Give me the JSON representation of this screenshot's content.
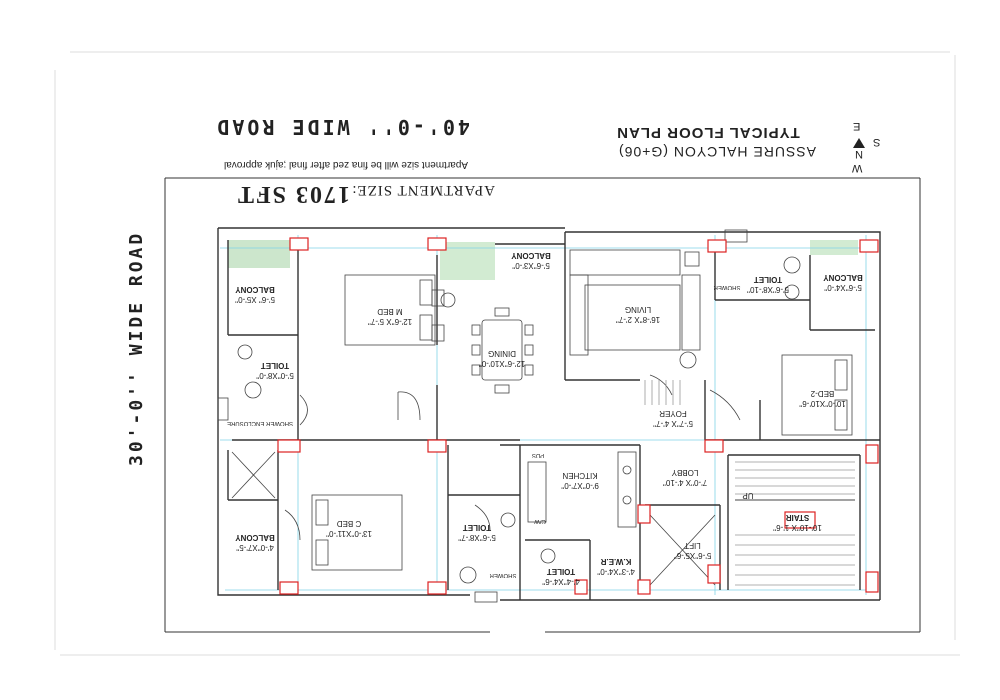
{
  "road_top": "40'-0'' WIDE ROAD",
  "road_side": "30'-0'' WIDE ROAD",
  "title": "TYPICAL FLOOR PLAN",
  "subtitle": "ASSURE HALCYON (G+06)",
  "approval_note": "Apartment size will be fina zed after final ;ajuk approval",
  "apartment_size_label": "APARTMENT SIZE:",
  "apartment_size_value": "1703 SFT",
  "compass": {
    "n": "N",
    "s": "S",
    "e": "E",
    "w": "W"
  },
  "rooms": {
    "balcony_tl": {
      "name": "BALCONY",
      "size": "5'-6'' X5'-0''"
    },
    "mbed": {
      "name": "M BED",
      "size": "12'-6''X 5'-7''"
    },
    "toilet_l": {
      "name": "TOILET",
      "size": "5'-0''X8'-0''"
    },
    "dining": {
      "name": "DINING",
      "size": "12'-6''X10'-0''"
    },
    "balcony_tc": {
      "name": "BALCONY",
      "size": "5'-6''X3'-0''"
    },
    "living": {
      "name": "LIVING",
      "size": "16'-8''X 2'-7''"
    },
    "toilet_tr": {
      "name": "TOILET",
      "size": "5'-6''X8'-10''"
    },
    "balcony_tr": {
      "name": "BALCONY",
      "size": "5'-6''X4'-0''"
    },
    "bed2": {
      "name": "BED-2",
      "size": "10'-0''X10'-6''"
    },
    "foyer": {
      "name": "FOYER",
      "size": "5'-7''X 4'-7''"
    },
    "kitchen": {
      "name": "KITCHEN",
      "size": "9'-0''X7'-0''"
    },
    "lobby": {
      "name": "LOBBY",
      "size": "7'-0''X 4'-10''"
    },
    "stair": {
      "name": "STAIR",
      "size": "10'-10''X 1'-6''"
    },
    "up": "UP",
    "lift": {
      "name": "LIFT",
      "size": "5'-6''X5'-6''"
    },
    "cbed": {
      "name": "C BED",
      "size": "13'-0''X11'-0''"
    },
    "balcony_bl": {
      "name": "BALCONY",
      "size": "4'-0''X7'-5''"
    },
    "toilet_bc": {
      "name": "TOILET",
      "size": "5'-6''X8'-7''"
    },
    "toilet_b": {
      "name": "TOILET",
      "size": "4'-4''X4'-6''"
    },
    "kwer": {
      "name": "K.W.E.R",
      "size": "4'-3''X4'-0''"
    },
    "shower_l": "SHOWER ENCLOSURE",
    "shower_b": "SHOWER",
    "shower_tr": "SHOWER",
    "pds": "PDS",
    "cw": "C/W"
  }
}
